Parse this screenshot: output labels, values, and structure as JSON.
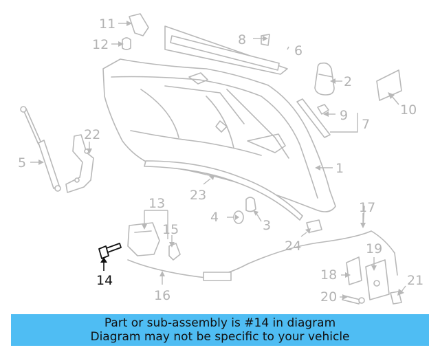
{
  "diagram": {
    "labels": {
      "p1": "1",
      "p2": "2",
      "p3": "3",
      "p4": "4",
      "p5": "5",
      "p6": "6",
      "p7": "7",
      "p8": "8",
      "p9": "9",
      "p10": "10",
      "p11": "11",
      "p12": "12",
      "p13": "13",
      "p14": "14",
      "p15": "15",
      "p16": "16",
      "p17": "17",
      "p18": "18",
      "p19": "19",
      "p20": "20",
      "p21": "21",
      "p22": "22",
      "p23": "23",
      "p24": "24"
    },
    "highlight_color": "#111111",
    "part_color": "#b8b8b8"
  },
  "banner": {
    "line1": "Part or sub-assembly is #14 in diagram",
    "line2": "Diagram may not be specific to your vehicle",
    "bg_color": "#4fbdf3"
  }
}
